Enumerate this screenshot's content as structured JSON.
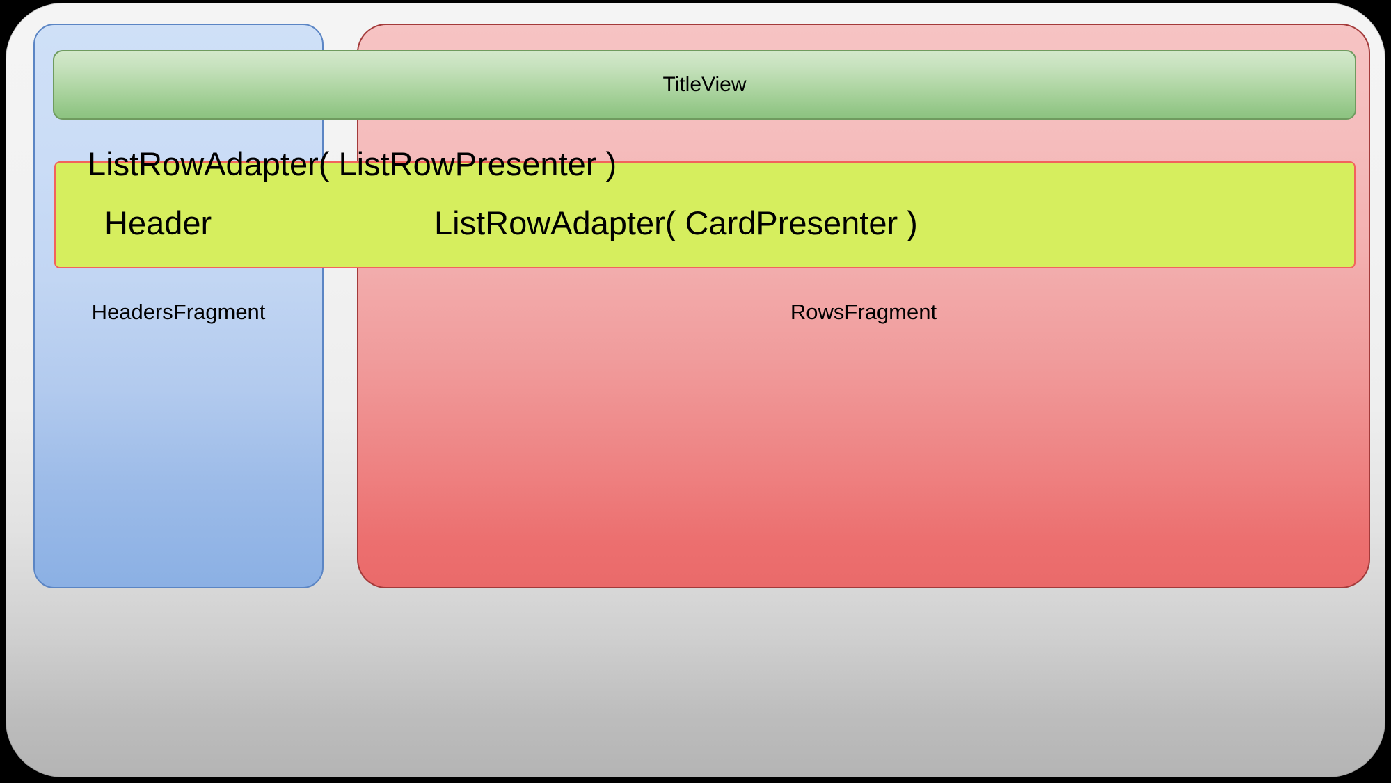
{
  "diagram": {
    "title_view": {
      "label": "TitleView",
      "fill_color": "#a4d098",
      "border_color": "#6f9b5f"
    },
    "headers_fragment": {
      "label": "HeadersFragment",
      "fill_color": "#b2caee",
      "border_color": "#5b85c4"
    },
    "rows_fragment": {
      "label": "RowsFragment",
      "fill_color": "#f09b9b",
      "border_color": "#a33a3a"
    },
    "list_row_adapter": {
      "presenter_label": "ListRowAdapter( ListRowPresenter )",
      "header_label": "Header",
      "card_presenter_label": "ListRowAdapter( CardPresenter )",
      "fill_color": "#d6ee5e",
      "border_color": "#f2635c"
    },
    "container": {
      "background_color": "#eeeeee",
      "page_background_color": "#000000"
    }
  }
}
